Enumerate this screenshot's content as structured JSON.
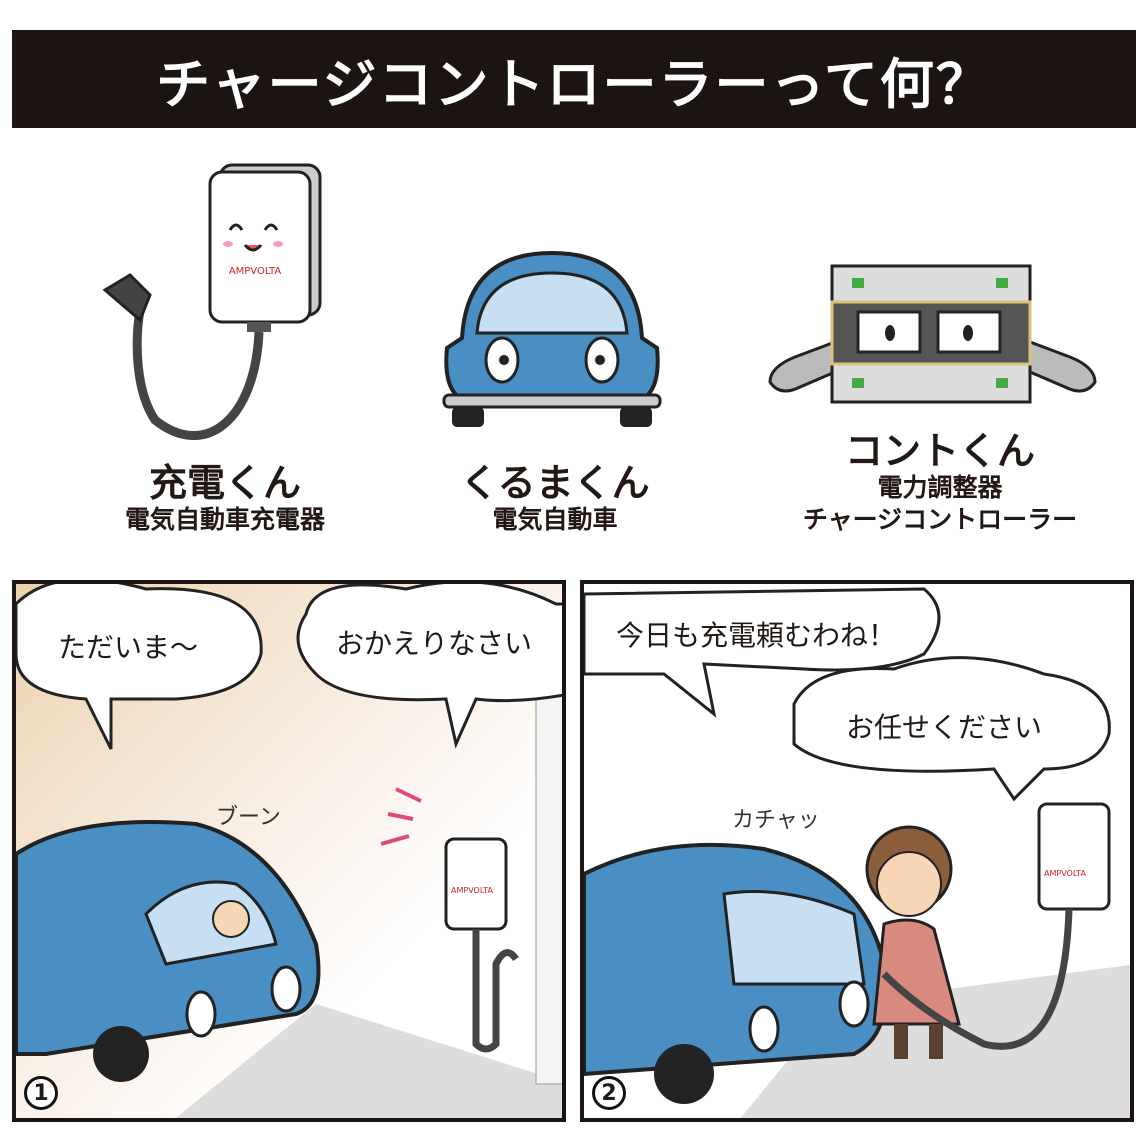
{
  "title": "チャージコントローラーって何？",
  "characters": [
    {
      "name": "充電くん",
      "desc": [
        "電気自動車充電器"
      ],
      "brand": "AMPVOLTA"
    },
    {
      "name": "くるまくん",
      "desc": [
        "電気自動車"
      ]
    },
    {
      "name": "コントくん",
      "desc": [
        "電力調整器",
        "チャージコントローラー"
      ]
    }
  ],
  "panels": [
    {
      "number": "1",
      "bubbles": [
        "ただいま～",
        "おかえりなさい"
      ],
      "sfx": "ブーン",
      "brand": "AMPVOLTA"
    },
    {
      "number": "2",
      "bubbles": [
        "今日も充電頼むわね！",
        "お任せください"
      ],
      "sfx": "カチャッ",
      "brand": "AMPVOLTA"
    }
  ],
  "colors": {
    "title_bg": "#1b1412",
    "car_blue": "#4a8fc4",
    "charger_gray": "#555"
  }
}
